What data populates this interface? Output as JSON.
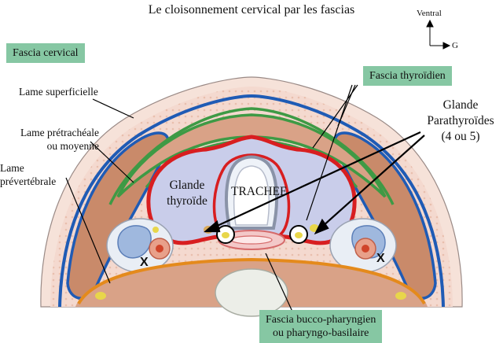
{
  "title": "Le cloisonnement cervical par les fascias",
  "orientation": {
    "ventral": "Ventral",
    "left": "G"
  },
  "tags": {
    "cervical": "Fascia cervical",
    "thyroid": "Fascia thyroïdien",
    "bucco_line1": "Fascia bucco-pharyngien",
    "bucco_line2": "ou pharyngo-basilaire"
  },
  "labels": {
    "superficial": "Lame superficielle",
    "pretracheal_line1": "Lame prétrachéale",
    "pretracheal_line2": "ou moyenne",
    "prevertebral_line1": "Lame",
    "prevertebral_line2": "prévertébrale",
    "gland_line1": "Glande",
    "gland_line2": "thyroïde",
    "trachea": "TRACHEE",
    "para_line1": "Glande",
    "para_line2": "Parathyroïdes",
    "para_line3": "(4 ou 5)",
    "x_left": "X",
    "x_right": "X"
  },
  "colors": {
    "tag_bg": "#86c7a3",
    "blue_fascia": "#1f5bb5",
    "green_fascia": "#3e9a45",
    "red_fascia": "#d81e20",
    "orange_fascia": "#e48a1c",
    "gland": "#c9cdea",
    "muscle": "#c98a6a"
  }
}
